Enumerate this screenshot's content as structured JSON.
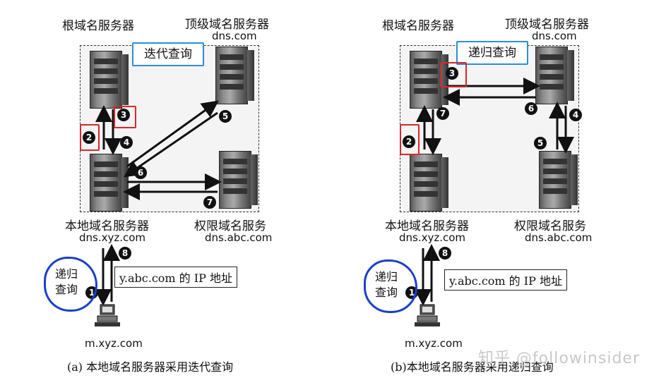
{
  "panel_a": {
    "root_label": "根域名服务器",
    "tld_label": "顶级域名服务器",
    "tld_sub": "dns.com",
    "query_type": "迭代查询",
    "local_label": "本地域名服务器",
    "local_sub": "dns.xyz.com",
    "auth_label": "权限域名服务",
    "auth_sub": "dns.abc.com",
    "recursive_1": "递归",
    "recursive_2": "查询",
    "ip_box": "y.abc.com 的 IP 地址",
    "host": "m.xyz.com",
    "caption": "(a) 本地域名服务器采用迭代查询",
    "steps": [
      "1",
      "2",
      "3",
      "4",
      "5",
      "6",
      "7",
      "8"
    ]
  },
  "panel_b": {
    "root_label": "根域名服务器",
    "tld_label": "顶级域名服务器",
    "tld_sub": "dns.com",
    "query_type": "递归查询",
    "local_label": "本地域名服务器",
    "local_sub": "dns.xyz.com",
    "auth_label": "权限域名服务",
    "auth_sub": "dns.abc.com",
    "recursive_1": "递归",
    "recursive_2": "查询",
    "ip_box": "y.abc.com 的 IP 地址",
    "host": "m.xyz.com",
    "caption": "(b)本地域名服务器采用递归查询",
    "steps": [
      "1",
      "2",
      "3",
      "4",
      "5",
      "6",
      "7",
      "8"
    ]
  },
  "watermark": "知乎 @followinsider",
  "colors": {
    "red_highlight": "#d9262c",
    "blue_highlight": "#2a8fd6",
    "handdrawn_circle": "#1b3fc9"
  }
}
